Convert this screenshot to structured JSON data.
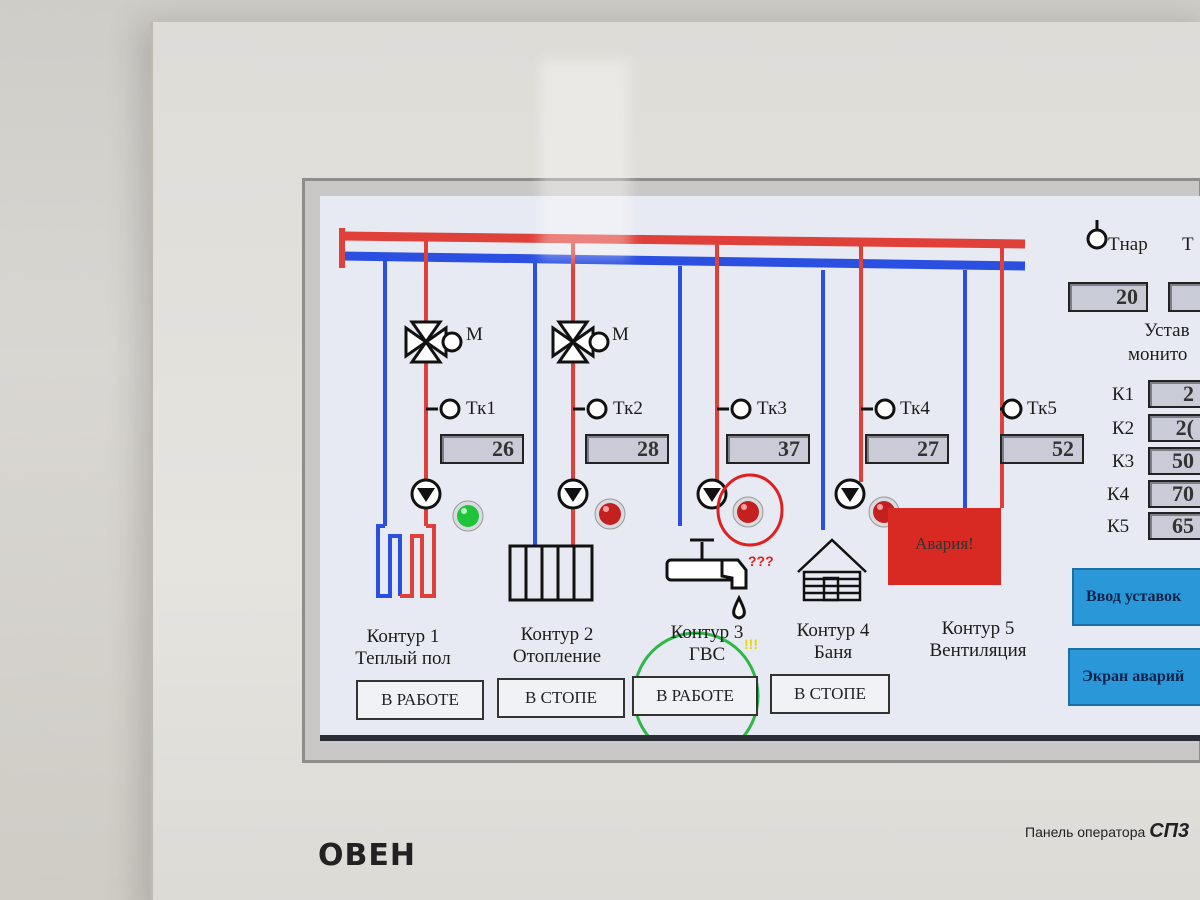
{
  "header": {
    "sensor_tnar_label": "Тнар",
    "sensor_tn_label": "Т",
    "tnar_value": "20"
  },
  "contours": [
    {
      "id": 1,
      "sensor": "Тк1",
      "temp": "26",
      "title": "Контур 1",
      "subtitle": "Теплый пол",
      "status": "В РАБОТЕ",
      "lamp": "green",
      "valve_label": "M"
    },
    {
      "id": 2,
      "sensor": "Тк2",
      "temp": "28",
      "title": "Контур 2",
      "subtitle": "Отопление",
      "status": "В СТОПЕ",
      "lamp": "red",
      "valve_label": "M"
    },
    {
      "id": 3,
      "sensor": "Тк3",
      "temp": "37",
      "title": "Контур 3",
      "subtitle": "ГВС",
      "status": "В РАБОТЕ",
      "lamp": "red"
    },
    {
      "id": 4,
      "sensor": "Тк4",
      "temp": "27",
      "title": "Контур 4",
      "subtitle": "Баня",
      "status": "В СТОПЕ",
      "lamp": "red"
    },
    {
      "id": 5,
      "sensor": "Тк5",
      "temp": "52",
      "title": "Контур 5",
      "subtitle": "Вентиляция"
    }
  ],
  "alarm_label": "Авария!",
  "setpoints": {
    "title_line1": "Устав",
    "title_line2": "монито",
    "rows": [
      {
        "label": "К1",
        "value": "2"
      },
      {
        "label": "К2",
        "value": "2("
      },
      {
        "label": "К3",
        "value": "50"
      },
      {
        "label": "К4",
        "value": "70"
      },
      {
        "label": "К5",
        "value": "65"
      }
    ]
  },
  "nav": {
    "input_setpoints": "Ввод уставок",
    "alarm_screen": "Экран аварий"
  },
  "annotations": {
    "question": "???",
    "exclaim": "!!!"
  },
  "device": {
    "brand": "ОВЕН",
    "caption": "Панель оператора",
    "model": "СП3"
  },
  "colors": {
    "supply_pipe": "#e0403a",
    "return_pipe": "#2b4fe0",
    "lamp_green": "#1fc43a",
    "lamp_red": "#c42020",
    "alarm_bg": "#d82a22",
    "nav_bg": "#2a97d8"
  }
}
